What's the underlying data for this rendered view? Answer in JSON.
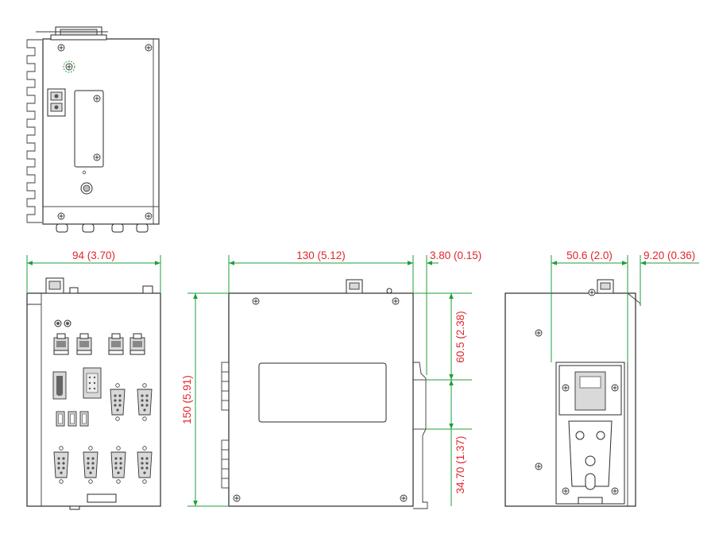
{
  "dimensions": {
    "front_width": "94 (3.70)",
    "side_depth": "130 (5.12)",
    "side_offset": "3.80 (0.15)",
    "height": "150 (5.91)",
    "upper_rail": "60.5 (2.38)",
    "lower_rail": "34.70 (1.37)",
    "rear_width": "50.6 (2.0)",
    "rear_offset": "9.20 (0.36)"
  },
  "colors": {
    "dimension_line": "#1f9e3a",
    "dimension_text": "#e0262c",
    "outline": "#2a2a2a"
  }
}
